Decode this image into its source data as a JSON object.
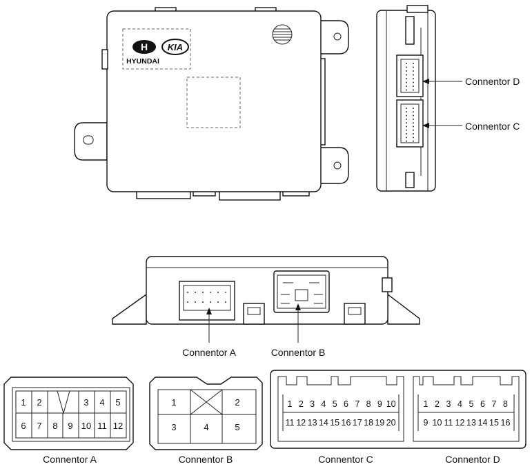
{
  "logos": {
    "hyundai_text": "HYUNDAI",
    "kia_text": "KIA"
  },
  "side_labels": {
    "connector_d": "Connentor D",
    "connector_c": "Connentor C"
  },
  "bottom_labels": {
    "connector_a": "Connentor A",
    "connector_b": "Connentor B"
  },
  "pinouts": {
    "a": {
      "label": "Connentor A",
      "top_row": [
        "1",
        "2",
        "3",
        "4",
        "5"
      ],
      "bottom_row": [
        "6",
        "7",
        "8",
        "9",
        "10",
        "11",
        "12"
      ]
    },
    "b": {
      "label": "Connentor B",
      "top_row": [
        "1",
        "2"
      ],
      "bottom_row": [
        "3",
        "4",
        "5"
      ]
    },
    "c": {
      "label": "Connentor C",
      "top_row": [
        "1",
        "2",
        "3",
        "4",
        "5",
        "6",
        "7",
        "8",
        "9",
        "10"
      ],
      "bottom_row": [
        "11",
        "12",
        "13",
        "14",
        "15",
        "16",
        "17",
        "18",
        "19",
        "20"
      ]
    },
    "d": {
      "label": "Connentor D",
      "top_row": [
        "1",
        "2",
        "3",
        "4",
        "5",
        "6",
        "7",
        "8"
      ],
      "bottom_row": [
        "9",
        "10",
        "11",
        "12",
        "13",
        "14",
        "15",
        "16"
      ]
    }
  }
}
